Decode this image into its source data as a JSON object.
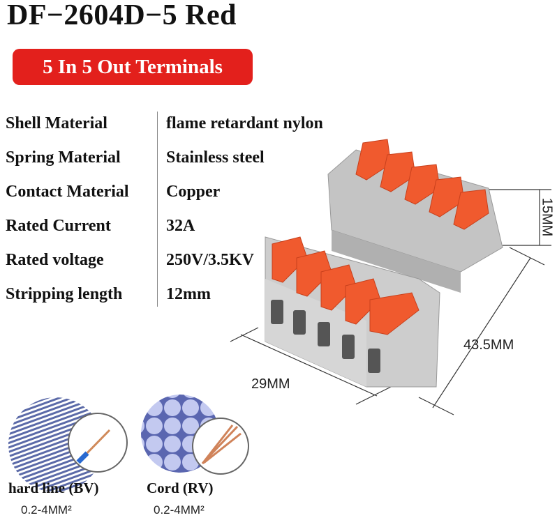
{
  "title": "DF−2604D−5 Red",
  "badge": "5 In 5 Out Terminals",
  "specs": [
    {
      "label": "Shell Material",
      "value": "flame retardant nylon"
    },
    {
      "label": "Spring Material",
      "value": "Stainless steel"
    },
    {
      "label": "Contact Material",
      "value": "Copper"
    },
    {
      "label": "Rated Current",
      "value": "32A"
    },
    {
      "label": "Rated voltage",
      "value": "250V/3.5KV"
    },
    {
      "label": "Stripping length",
      "value": "12mm"
    }
  ],
  "dimensions": {
    "height": "15MM",
    "length": "43.5MM",
    "width": "29MM"
  },
  "wires": [
    {
      "name": "hard line (BV)",
      "range": "0.2-4MM²"
    },
    {
      "name": "Cord (RV)",
      "range": "0.2-4MM²"
    }
  ],
  "colors": {
    "badge": "#e3201c",
    "lever": "#f05a2e",
    "shell": "#c9c9c9"
  }
}
